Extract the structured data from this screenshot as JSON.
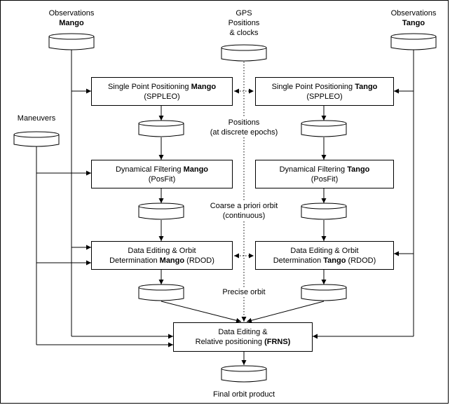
{
  "sources": {
    "obs_mango": {
      "line1": "Observations",
      "line2": "Mango"
    },
    "gps": {
      "line1": "GPS",
      "line2": "Positions",
      "line3": "& clocks"
    },
    "obs_tango": {
      "line1": "Observations",
      "line2": "Tango"
    },
    "maneuvers": {
      "line1": "Maneuvers"
    }
  },
  "boxes": {
    "spp_mango": {
      "prefix": "Single Point Positioning ",
      "bold": "Mango",
      "line2": "(SPPLEO)"
    },
    "spp_tango": {
      "prefix": "Single Point Positioning ",
      "bold": "Tango",
      "line2": "(SPPLEO)"
    },
    "dyn_mango": {
      "prefix": "Dynamical Filtering ",
      "bold": "Mango",
      "line2": "(PosFit)"
    },
    "dyn_tango": {
      "prefix": "Dynamical Filtering ",
      "bold": "Tango",
      "line2": "(PosFit)"
    },
    "rdod_mango": {
      "line1": "Data Editing &  Orbit",
      "prefix": "Determination ",
      "bold": "Mango",
      "suffix": " (RDOD)"
    },
    "rdod_tango": {
      "line1": "Data Editing &  Orbit",
      "prefix": "Determination ",
      "bold": "Tango",
      "suffix": " (RDOD)"
    },
    "frns": {
      "line1": "Data Editing &",
      "prefix": "Relative positioning ",
      "bold": "(FRNS)"
    }
  },
  "annotations": {
    "positions": {
      "line1": "Positions",
      "line2": "(at discrete epochs)"
    },
    "coarse": {
      "line1": "Coarse a priori orbit",
      "line2": "(continuous)"
    },
    "precise": {
      "line1": "Precise orbit"
    },
    "final": {
      "line1": "Final orbit product"
    }
  }
}
